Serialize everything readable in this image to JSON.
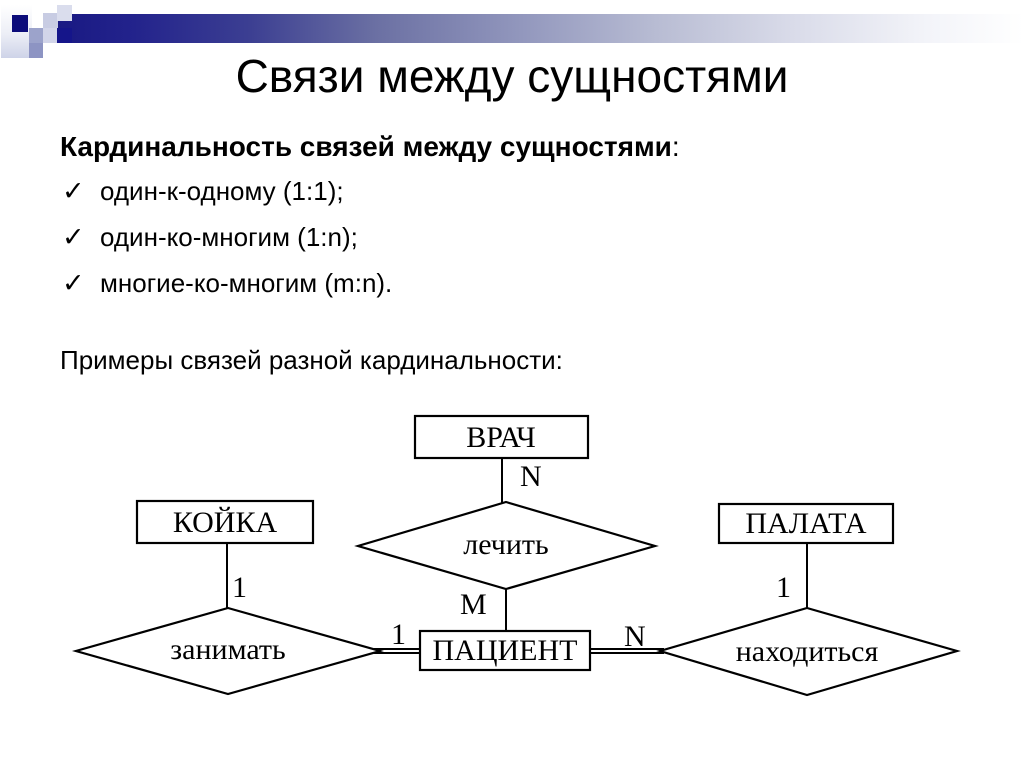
{
  "slide": {
    "title": "Связи между сущностями",
    "heading": {
      "bold_text": "Кардинальность связей между сущностями",
      "colon": ":"
    },
    "bullets": [
      {
        "marker": "✓",
        "text": "один-к-одному (1:1);"
      },
      {
        "marker": "✓",
        "text": "один-ко-многим (1:n);"
      },
      {
        "marker": "✓",
        "text": "многие-ко-многим (m:n)."
      }
    ],
    "paragraph": "Примеры связей разной кардинальности:"
  },
  "diagram": {
    "entities": {
      "doctor": "ВРАЧ",
      "bed": "КОЙКА",
      "patient": "ПАЦИЕНТ",
      "ward": "ПАЛАТА"
    },
    "relations": {
      "treat": "лечить",
      "occupy": "занимать",
      "locate": "находиться"
    },
    "cardinalities": {
      "doctor_treat": "N",
      "treat_patient": "M",
      "bed_occupy": "1",
      "occupy_patient": "1",
      "patient_locate": "N",
      "ward_locate": "1"
    }
  },
  "colors": {
    "accent_navy": "#0c0c7a",
    "bar_gradient_start": "#191983",
    "decoration_lavender": "#9ca3cb",
    "text": "#000000",
    "background": "#ffffff",
    "diagram_stroke": "#000000"
  }
}
